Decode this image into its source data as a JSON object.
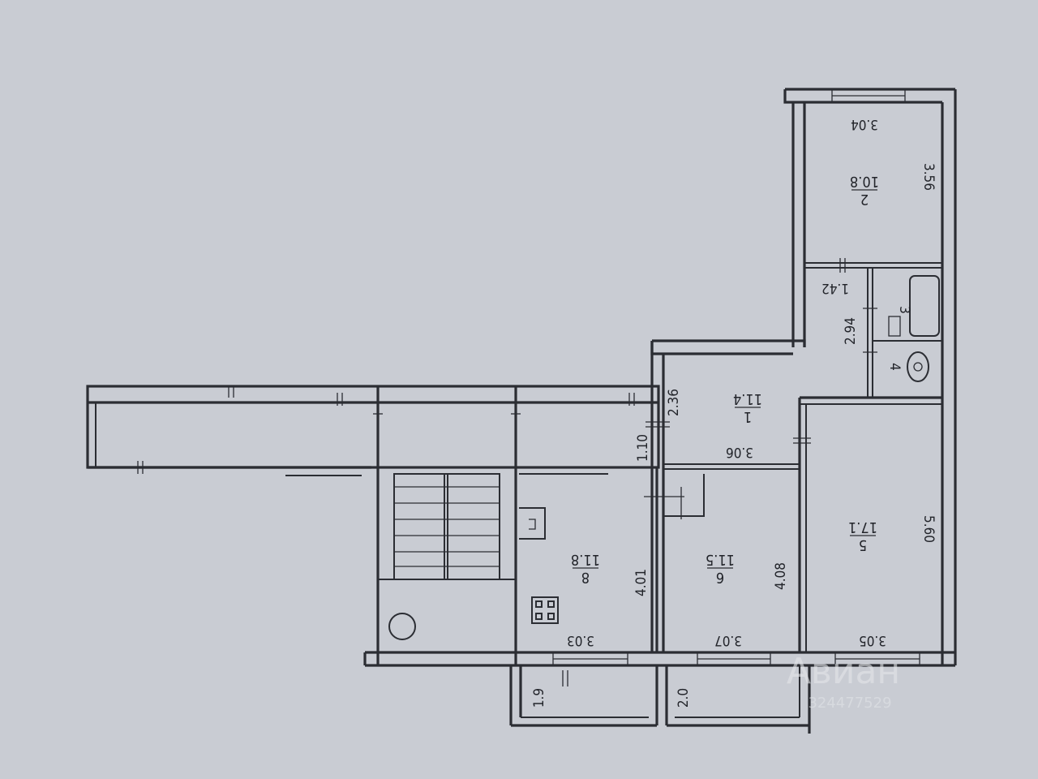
{
  "rooms": [
    {
      "number": "1",
      "area": "11.4"
    },
    {
      "number": "2",
      "area": "10.8"
    },
    {
      "number": "3",
      "area": ""
    },
    {
      "number": "4",
      "area": ""
    },
    {
      "number": "5",
      "area": "17.1"
    },
    {
      "number": "6",
      "area": "11.5"
    },
    {
      "number": "8",
      "area": "11.8"
    }
  ],
  "dimensions": {
    "room2_width": "3.04",
    "room2_length": "3.56",
    "bath_width": "1.42",
    "bath_length": "2.94",
    "hall_width": "2.36",
    "hall_length": "3.06",
    "corridor": "1.10",
    "room5_length": "5.60",
    "room5_width": "3.05",
    "room6_length": "4.08",
    "room6_width": "3.07",
    "room8_length": "4.01",
    "room8_width": "3.03",
    "balcony_left": "1.9",
    "balcony_right": "2.0"
  },
  "watermark": {
    "brand": "Авиан",
    "id": "324477529"
  }
}
